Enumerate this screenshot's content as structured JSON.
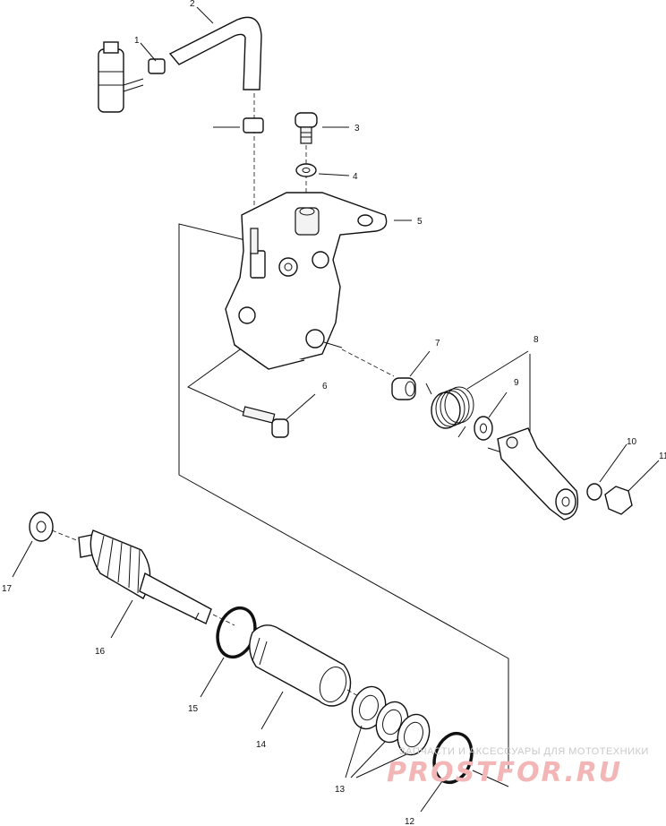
{
  "callouts": {
    "c1": "1",
    "c2": "2",
    "c3": "3",
    "c4": "4",
    "c5": "5",
    "c6": "6",
    "c7": "7",
    "c8": "8",
    "c9": "9",
    "c10": "10",
    "c11": "11",
    "c12": "12",
    "c13": "13",
    "c14": "14",
    "c15": "15",
    "c16": "16",
    "c17": "17"
  },
  "watermark": {
    "line1": "ЗАПЧАСТИ И АКСЕССУАРЫ ДЛЯ МОТОТЕХНИКИ",
    "line2": "PROSTFOR.RU"
  }
}
